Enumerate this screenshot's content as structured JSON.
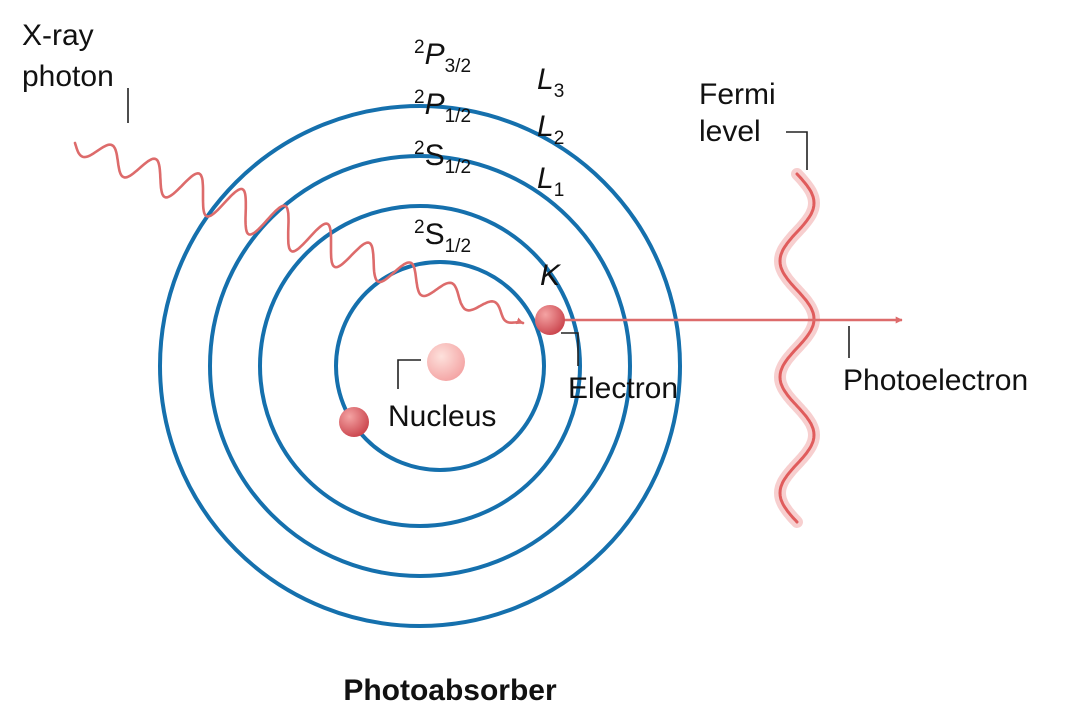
{
  "colors": {
    "shell": "#1570ad",
    "photon": "#dd6b6b",
    "electron": "#c9414a",
    "electron_highlight": "#f4a3a3",
    "nucleus": "#f4a3a3",
    "nucleus_highlight": "#fde1dc",
    "fermi_glow": "#f7cfcf",
    "fermi_core": "#e05c5c",
    "text": "#111111"
  },
  "labels": {
    "xray_line1": "X-ray",
    "xray_line2": "photon",
    "fermi_line1": "Fermi",
    "fermi_line2": "level",
    "photoelectron": "Photoelectron",
    "electron": "Electron",
    "nucleus": "Nucleus",
    "photoabsorber": "Photoabsorber"
  },
  "shells": {
    "k": {
      "letter": "K"
    },
    "l1": {
      "letter": "L",
      "index": "1"
    },
    "l2": {
      "letter": "L",
      "index": "2"
    },
    "l3": {
      "letter": "L",
      "index": "3"
    }
  },
  "terms": {
    "k": {
      "multiplicity": "2",
      "symbol": "S",
      "j": "1/2"
    },
    "l1": {
      "multiplicity": "2",
      "symbol": "S",
      "j": "1/2"
    },
    "l2": {
      "multiplicity": "2",
      "symbol": "P",
      "j": "1/2"
    },
    "l3": {
      "multiplicity": "2",
      "symbol": "P",
      "j": "3/2"
    }
  }
}
